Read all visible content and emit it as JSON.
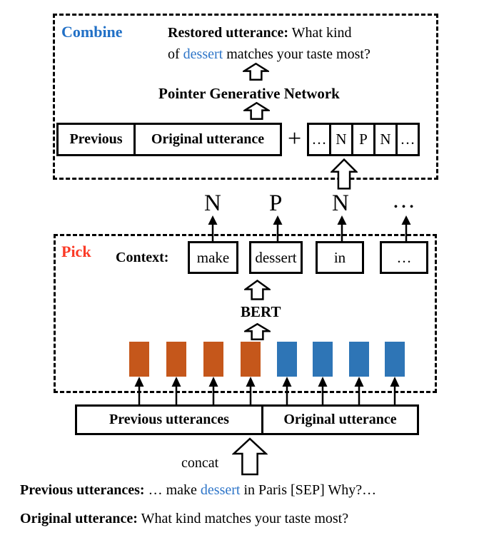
{
  "colors": {
    "combine_label": "#2170C6",
    "pick_label": "#FB3A26",
    "highlight_word": "#2E75C8",
    "orange_bar": "#C5571B",
    "blue_bar": "#2E75B6"
  },
  "combine": {
    "label": "Combine",
    "restored": {
      "prefix": "Restored utterance:",
      "line1_rest": " What kind",
      "line2_pre": "of ",
      "highlight": "dessert",
      "line2_post": " matches your taste most?"
    },
    "network_label": "Pointer Generative Network",
    "input_cells": {
      "left": "Previous",
      "right": "Original utterance"
    },
    "plus": "+",
    "tag_cells": [
      "…",
      "N",
      "P",
      "N",
      "…"
    ]
  },
  "pick_output_labels": [
    "N",
    "P",
    "N",
    "…"
  ],
  "pick": {
    "label": "Pick",
    "context_label": "Context:",
    "tokens": [
      "make",
      "dessert",
      "in",
      "…"
    ],
    "bert_label": "BERT"
  },
  "concat_label": "concat",
  "input_box": {
    "left": "Previous utterances",
    "right": "Original utterance"
  },
  "caption": {
    "line1_prefix": "Previous utterances:",
    "line1_pre": " … make ",
    "line1_highlight": "dessert",
    "line1_post": " in Paris [SEP] Why?…",
    "line2_prefix": "Original utterance:",
    "line2_text": " What kind matches your taste most?"
  }
}
